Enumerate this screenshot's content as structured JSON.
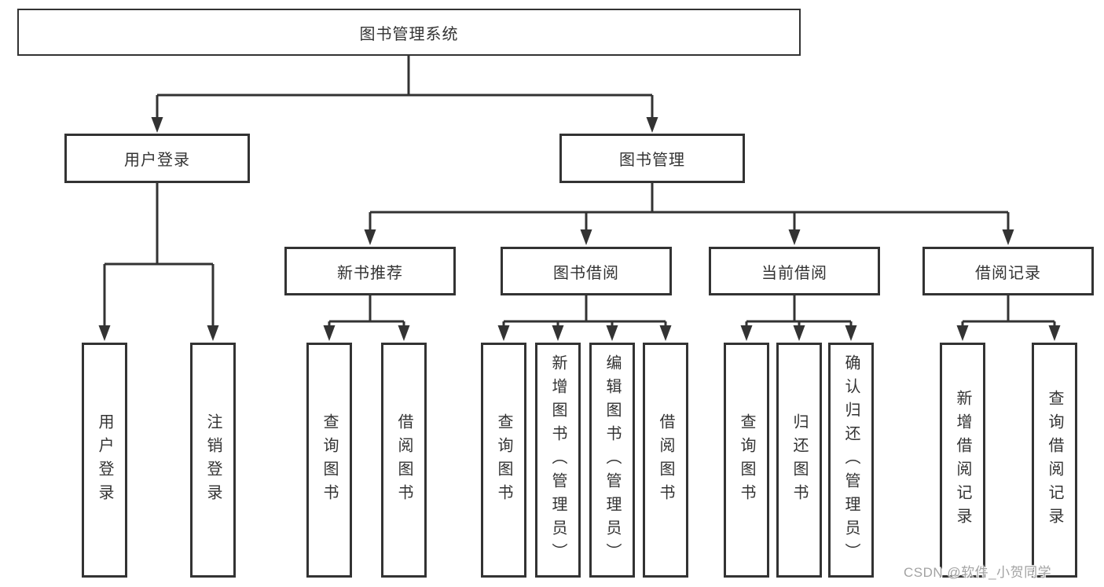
{
  "tree": {
    "label": "图书管理系统",
    "children": [
      {
        "label": "用户登录",
        "children": [
          {
            "label": "用户登录"
          },
          {
            "label": "注销登录"
          }
        ]
      },
      {
        "label": "图书管理",
        "children": [
          {
            "label": "新书推荐",
            "children": [
              {
                "label": "查询图书"
              },
              {
                "label": "借阅图书"
              }
            ]
          },
          {
            "label": "图书借阅",
            "children": [
              {
                "label": "查询图书"
              },
              {
                "label": "新增图书（管理员）"
              },
              {
                "label": "编辑图书（管理员）"
              },
              {
                "label": "借阅图书"
              }
            ]
          },
          {
            "label": "当前借阅",
            "children": [
              {
                "label": "查询图书"
              },
              {
                "label": "归还图书"
              },
              {
                "label": "确认归还（管理员）"
              }
            ]
          },
          {
            "label": "借阅记录",
            "children": [
              {
                "label": "新增借阅记录"
              },
              {
                "label": "查询借阅记录"
              }
            ]
          }
        ]
      }
    ]
  },
  "watermark": "CSDN @软件_小贺同学",
  "colors": {
    "line": "#333333",
    "text": "#333333",
    "box_background": "#ffffff",
    "page_background": "#ffffff",
    "watermark": "#a3a3a3"
  }
}
